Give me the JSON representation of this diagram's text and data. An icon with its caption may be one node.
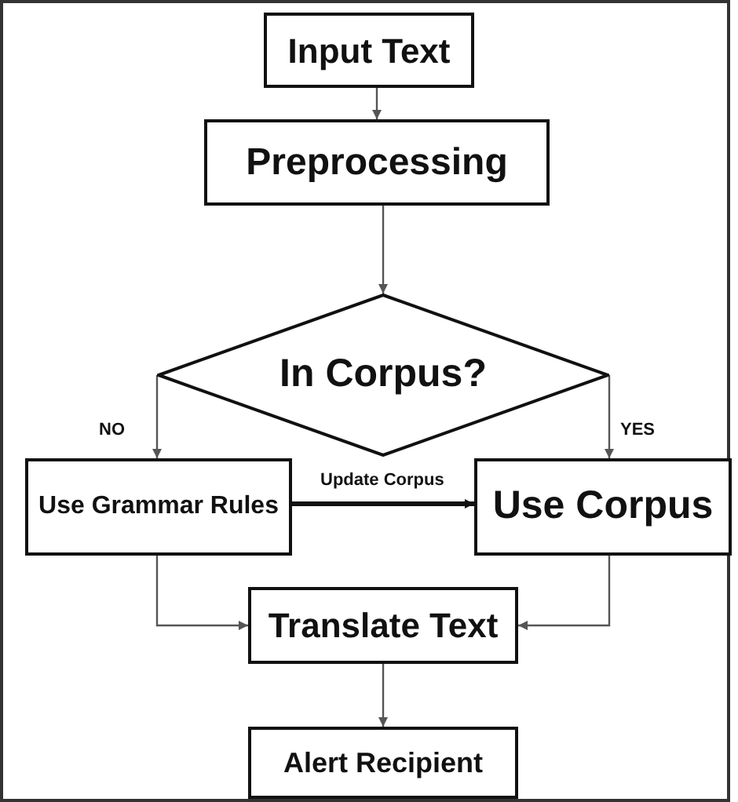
{
  "diagram": {
    "nodes": [
      {
        "text": [
          "Input Text"
        ]
      },
      {
        "text": [
          "Preprocessing"
        ]
      },
      {
        "text": [
          "In Corpus?"
        ]
      },
      {
        "text": [
          "Use Grammar Rules"
        ]
      },
      {
        "text": [
          "Use Corpus"
        ]
      },
      {
        "text": [
          "Translate Text"
        ]
      },
      {
        "text": [
          "Alert Recipient"
        ]
      }
    ],
    "edges": [
      {
        "from": 0,
        "to": 1,
        "arrow": "to"
      },
      {
        "from": 1,
        "to": 2,
        "arrow": "to"
      },
      {
        "from": 2,
        "to": 3,
        "label": "NO",
        "arrow": "to"
      },
      {
        "from": 2,
        "to": 4,
        "label": "YES",
        "arrow": "to"
      },
      {
        "from": 3,
        "to": 4,
        "label": "Update Corpus",
        "arrow": "to",
        "style": "thick",
        "color": "#111111"
      },
      {
        "from": 3,
        "to": 5,
        "arrow": "to"
      },
      {
        "from": 4,
        "to": 5,
        "arrow": "to"
      },
      {
        "from": 5,
        "to": 6,
        "arrow": "to"
      }
    ]
  }
}
